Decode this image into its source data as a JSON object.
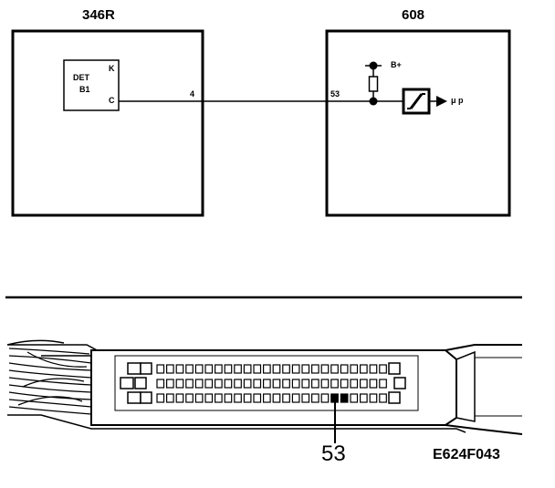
{
  "diagram": {
    "left_box": {
      "title": "346R",
      "component": {
        "line1": "DET",
        "line2": "B1",
        "pin_k": "K",
        "pin_c": "C"
      },
      "wire_pin": "4"
    },
    "right_box": {
      "title": "608",
      "supply_label": "B+",
      "wire_pin": "53",
      "output_label": "μ p"
    },
    "connector": {
      "highlight_pin": "53",
      "rows": 3
    },
    "reference_code": "E624F043",
    "colors": {
      "ink": "#000000",
      "background": "#ffffff"
    }
  }
}
